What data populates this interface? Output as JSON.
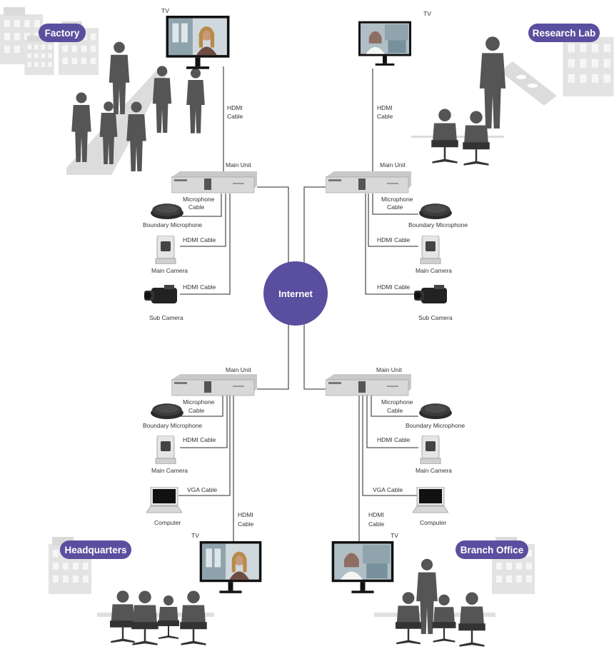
{
  "hub": {
    "label": "Internet",
    "color": "#5a4f9e"
  },
  "colors": {
    "site_pill": "#5a4f9e",
    "people": "#555555",
    "buildings": "#e0e0e0",
    "device": "#c9c9c9"
  },
  "sites": {
    "factory": {
      "name": "Factory",
      "tv": "TV",
      "hdmi_tv": [
        "HDMI",
        "Cable"
      ],
      "main_unit": "Main Unit",
      "mic_cable": [
        "Microphone",
        "Cable"
      ],
      "microphone": "Boundary Microphone",
      "hdmi_cam": "HDMI Cable",
      "main_camera": "Main Camera",
      "hdmi_sub": "HDMI Cable",
      "sub_camera": "Sub Camera"
    },
    "research": {
      "name": "Research Lab",
      "tv": "TV",
      "hdmi_tv": [
        "HDMI",
        "Cable"
      ],
      "main_unit": "Main Unit",
      "mic_cable": [
        "Microphone",
        "Cable"
      ],
      "microphone": "Boundary Microphone",
      "hdmi_cam": "HDMI Cable",
      "main_camera": "Main Camera",
      "hdmi_sub": "HDMI Cable",
      "sub_camera": "Sub Camera"
    },
    "headquarters": {
      "name": "Headquarters",
      "tv": "TV",
      "hdmi_tv": [
        "HDMI",
        "Cable"
      ],
      "main_unit": "Main Unit",
      "mic_cable": [
        "Microphone",
        "Cable"
      ],
      "microphone": "Boundary Microphone",
      "hdmi_cam": "HDMI Cable",
      "main_camera": "Main Camera",
      "vga": "VGA Cable",
      "computer": "Computer"
    },
    "branch": {
      "name": "Branch Office",
      "tv": "TV",
      "hdmi_tv": [
        "HDMI",
        "Cable"
      ],
      "main_unit": "Main Unit",
      "mic_cable": [
        "Microphone",
        "Cable"
      ],
      "microphone": "Boundary Microphone",
      "hdmi_cam": "HDMI Cable",
      "main_camera": "Main Camera",
      "vga": "VGA Cable",
      "computer": "Computer"
    }
  }
}
